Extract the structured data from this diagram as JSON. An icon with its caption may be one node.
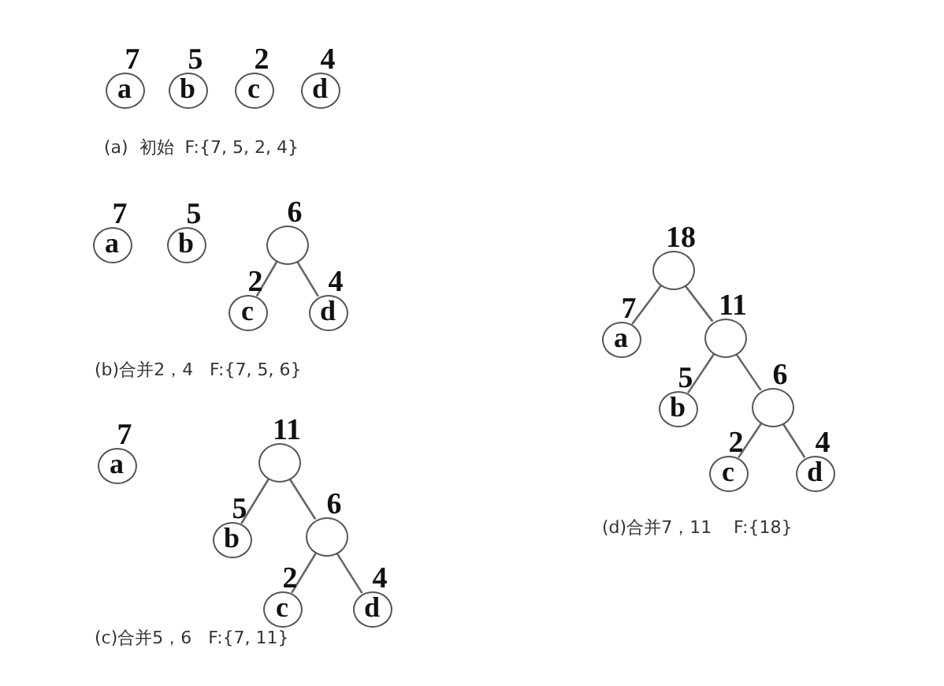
{
  "diagram": {
    "nodes": [
      {
        "text": [
          "a"
        ],
        "beside": [
          "7"
        ]
      },
      {
        "text": [
          "b"
        ],
        "beside": [
          "5"
        ]
      },
      {
        "text": [
          "c"
        ],
        "beside": [
          "2"
        ]
      },
      {
        "text": [
          "d"
        ],
        "beside": [
          "4"
        ]
      },
      {
        "text": [
          "a"
        ],
        "beside": [
          "7"
        ]
      },
      {
        "text": [
          "b"
        ],
        "beside": [
          "5"
        ]
      },
      {
        "text": [],
        "shape": "circle",
        "beside": [
          "6"
        ]
      },
      {
        "text": [
          "c"
        ],
        "beside": [
          "2"
        ]
      },
      {
        "text": [
          "d"
        ],
        "beside": [
          "4"
        ]
      },
      {
        "text": [
          "a"
        ],
        "beside": [
          "7"
        ]
      },
      {
        "text": [],
        "shape": "circle",
        "beside": [
          "11"
        ]
      },
      {
        "text": [
          "b"
        ],
        "beside": [
          "5"
        ]
      },
      {
        "text": [],
        "shape": "circle",
        "beside": [
          "6"
        ]
      },
      {
        "text": [
          "c"
        ],
        "beside": [
          "2"
        ]
      },
      {
        "text": [
          "d"
        ],
        "beside": [
          "4"
        ]
      },
      {
        "text": [],
        "shape": "circle",
        "beside": [
          "18"
        ]
      },
      {
        "text": [
          "a"
        ],
        "beside": [
          "7"
        ]
      },
      {
        "text": [],
        "shape": "circle",
        "beside": [
          "11"
        ]
      },
      {
        "text": [
          "b"
        ],
        "beside": [
          "5"
        ]
      },
      {
        "text": [],
        "shape": "circle",
        "beside": [
          "6"
        ]
      },
      {
        "text": [
          "c"
        ],
        "beside": [
          "2"
        ]
      },
      {
        "text": [
          "d"
        ],
        "beside": [
          "4"
        ]
      }
    ],
    "edges": [
      {
        "from": 6,
        "to": 7,
        "arrow": "none"
      },
      {
        "from": 6,
        "to": 8,
        "arrow": "none"
      },
      {
        "from": 10,
        "to": 11,
        "arrow": "none"
      },
      {
        "from": 10,
        "to": 12,
        "arrow": "none"
      },
      {
        "from": 12,
        "to": 13,
        "arrow": "none"
      },
      {
        "from": 12,
        "to": 14,
        "arrow": "none"
      },
      {
        "from": 15,
        "to": 16,
        "arrow": "none"
      },
      {
        "from": 15,
        "to": 17,
        "arrow": "none"
      },
      {
        "from": 17,
        "to": 18,
        "arrow": "none"
      },
      {
        "from": 17,
        "to": 19,
        "arrow": "none"
      },
      {
        "from": 19,
        "to": 20,
        "arrow": "none"
      },
      {
        "from": 19,
        "to": 21,
        "arrow": "none"
      }
    ],
    "labels": [
      "(a)  初始  F:{7, 5, 2, 4}",
      "(b)合并2，4   F:{7, 5, 6}",
      "(d)合并7，11    F:{18}",
      "(c)合并5，6   F:{7, 11}"
    ]
  }
}
